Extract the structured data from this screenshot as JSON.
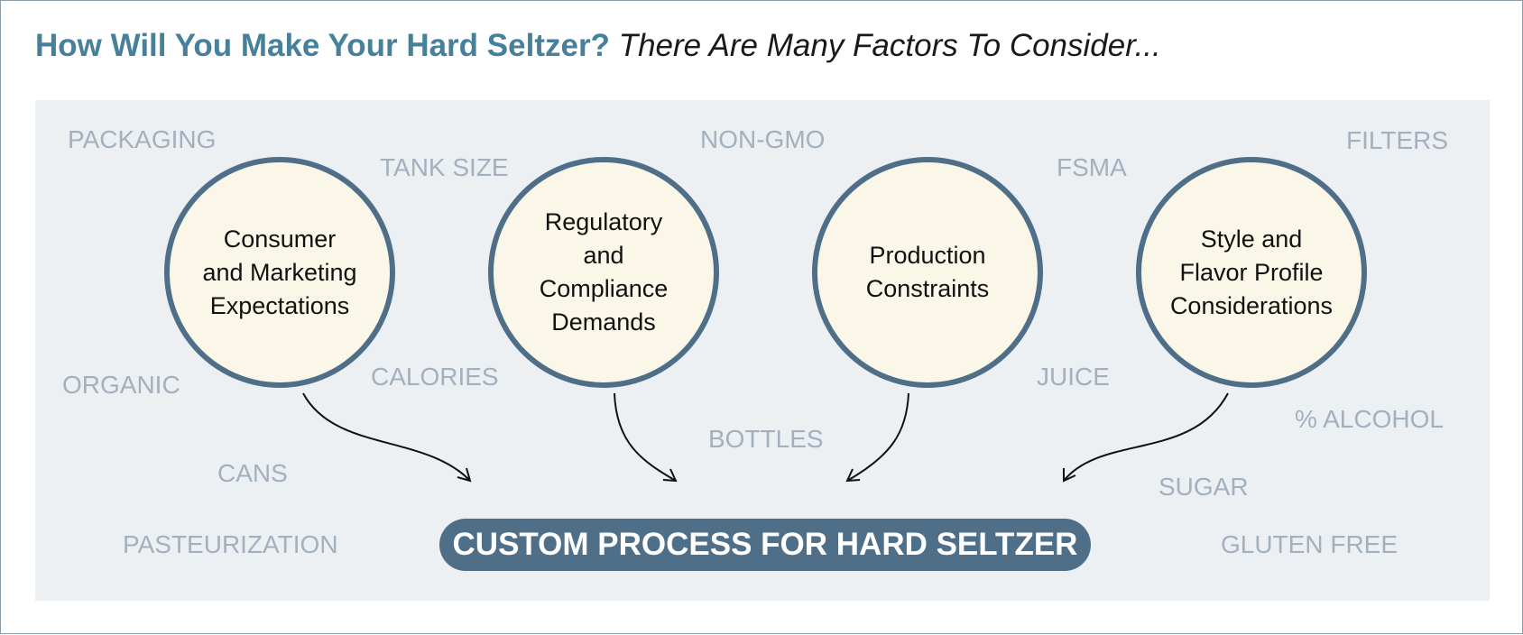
{
  "title": {
    "strong": "How Will You Make Your Hard Seltzer?",
    "emphasis": "There Are Many Factors To Consider..."
  },
  "circles": [
    "Consumer\nand Marketing\nExpectations",
    "Regulatory\nand\nCompliance\nDemands",
    "Production\nConstraints",
    "Style and\nFlavor Profile\nConsiderations"
  ],
  "factors": [
    "PACKAGING",
    "TANK SIZE",
    "NON-GMO",
    "FSMA",
    "FILTERS",
    "ORGANIC",
    "CALORIES",
    "JUICE",
    "% ALCOHOL",
    "BOTTLES",
    "CANS",
    "SUGAR",
    "PASTEURIZATION",
    "GLUTEN FREE"
  ],
  "result": "CUSTOM PROCESS FOR HARD SELTZER",
  "colors": {
    "title_accent": "#46809a",
    "circle_border": "#4f6f89",
    "circle_fill": "#fbf7e8",
    "factor_text": "#a3b0be",
    "panel_bg": "#edf0f3",
    "pill_bg": "#4f6f89"
  }
}
